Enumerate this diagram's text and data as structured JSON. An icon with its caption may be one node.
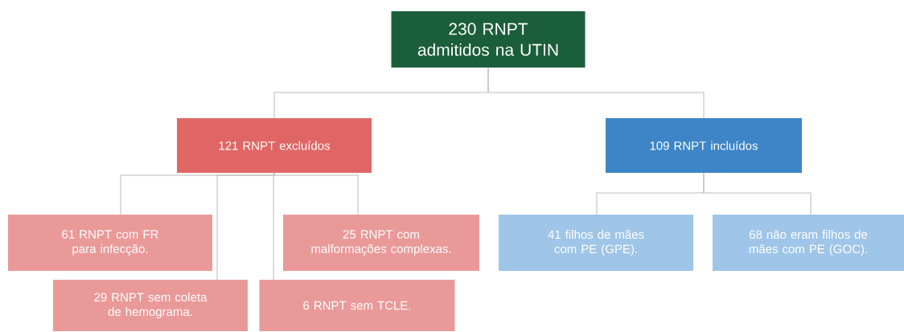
{
  "diagram": {
    "nodes": [
      {
        "text": [
          "230 RNPT admitidos na UTIN"
        ]
      },
      {
        "text": [
          "121 RNPT excluídos"
        ]
      },
      {
        "text": [
          "109 RNPT incluídos"
        ]
      },
      {
        "text": [
          "61 RNPT com FR para infecção."
        ]
      },
      {
        "text": [
          "25 RNPT com malformações complexas."
        ]
      },
      {
        "text": [
          "29 RNPT sem coleta de hemograma."
        ]
      },
      {
        "text": [
          "6 RNPT sem TCLE."
        ]
      },
      {
        "text": [
          "41 filhos de mães com PE (GPE)."
        ]
      },
      {
        "text": [
          "68 não eram filhos de mães com PE (GOC)."
        ]
      }
    ],
    "edges": [
      {
        "from": 0,
        "to": 1,
        "arrow": "none"
      },
      {
        "from": 0,
        "to": 2,
        "arrow": "none"
      },
      {
        "from": 1,
        "to": 3,
        "arrow": "none"
      },
      {
        "from": 1,
        "to": 5,
        "arrow": "none"
      },
      {
        "from": 1,
        "to": 6,
        "arrow": "none"
      },
      {
        "from": 1,
        "to": 4,
        "arrow": "none"
      },
      {
        "from": 2,
        "to": 7,
        "arrow": "none"
      },
      {
        "from": 2,
        "to": 8,
        "arrow": "none"
      }
    ]
  }
}
